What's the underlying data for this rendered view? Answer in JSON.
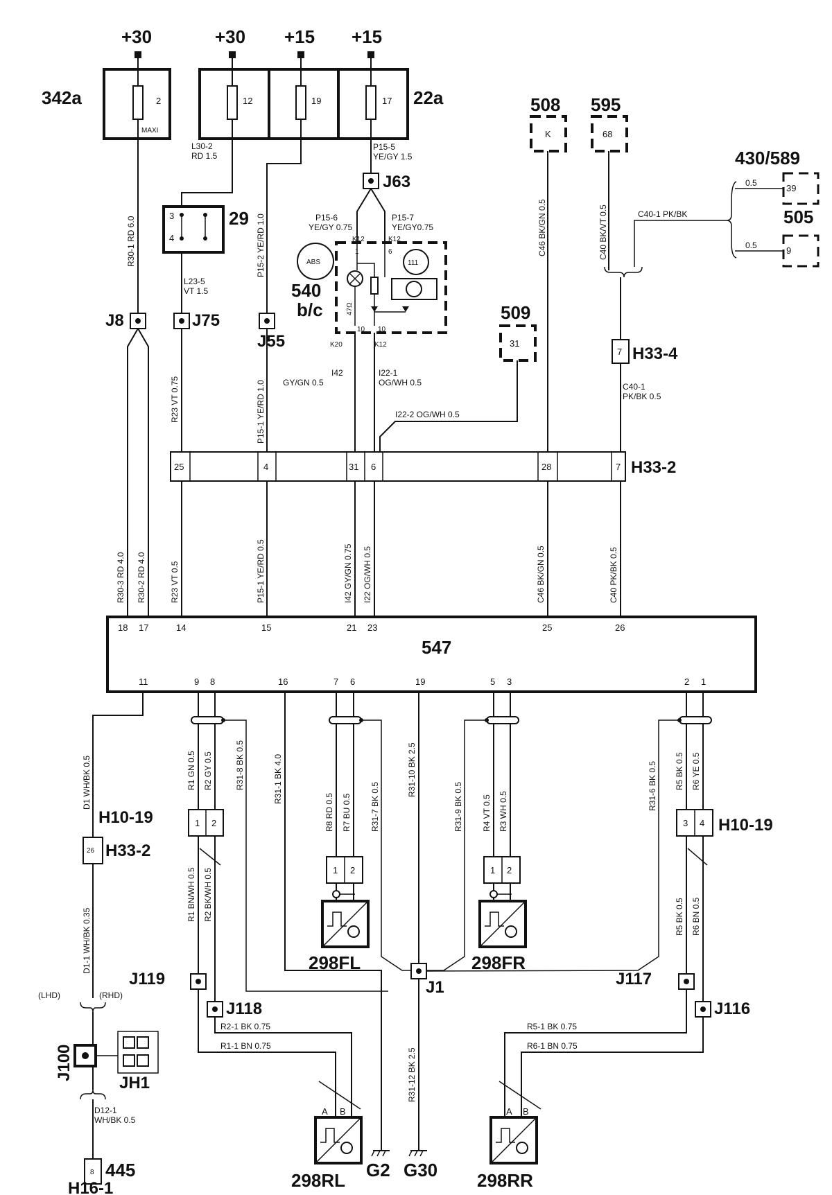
{
  "supply": {
    "s1": "+30",
    "s2": "+30",
    "s3": "+15",
    "s4": "+15"
  },
  "fuse_boxes": {
    "a": {
      "label": "342a",
      "fuse": "2",
      "rating": "MAXI"
    },
    "b": {
      "label": "22a",
      "fuses": [
        "12",
        "19",
        "17"
      ]
    }
  },
  "components": {
    "c508": {
      "label": "508",
      "pin": "K"
    },
    "c595": {
      "label": "595",
      "pin": "68"
    },
    "c430": {
      "label": "430/589",
      "pin": "39",
      "wire": "0.5"
    },
    "c505": {
      "label": "505",
      "pin": "9",
      "wire": "0.5"
    },
    "c509": {
      "label": "509",
      "pin": "31"
    },
    "relay": {
      "label": "29",
      "pin_a": "3",
      "pin_b": "4"
    },
    "abs": {
      "label": "540",
      "sub": "b/c",
      "icon": "ABS",
      "pins": [
        "K12",
        "1",
        "K12",
        "6",
        "111",
        "47Ω",
        "10",
        "10",
        "K20",
        "K12"
      ]
    },
    "ecu": {
      "label": "547"
    },
    "sensors": [
      "298FL",
      "298FR",
      "298RL",
      "298RR"
    ],
    "grounds": [
      "G2",
      "G30"
    ],
    "c445": {
      "label": "445",
      "pin": "8",
      "sub": "H16-1"
    },
    "jh1": {
      "label": "JH1"
    }
  },
  "junctions": {
    "j63": "J63",
    "j8": "J8",
    "j75": "J75",
    "j55": "J55",
    "j1": "J1",
    "j119": "J119",
    "j118": "J118",
    "j117": "J117",
    "j116": "J116",
    "j100": "J100"
  },
  "connectors": {
    "h33_4": {
      "label": "H33-4",
      "pin": "7"
    },
    "h33_2_top": {
      "label": "H33-2",
      "pins": [
        "25",
        "4",
        "31",
        "6",
        "28",
        "7"
      ]
    },
    "h10_19_l": {
      "label": "H10-19",
      "pins": [
        "1",
        "2"
      ]
    },
    "h10_19_r": {
      "label": "H10-19",
      "pins": [
        "3",
        "4"
      ]
    },
    "h33_2_low": {
      "label": "H33-2",
      "pin": "26"
    },
    "fl": {
      "pins": [
        "1",
        "2"
      ]
    },
    "fr": {
      "pins": [
        "1",
        "2"
      ]
    },
    "rl": {
      "pins": [
        "A",
        "B"
      ]
    },
    "rr": {
      "pins": [
        "A",
        "B"
      ]
    }
  },
  "ecu_pins_top": [
    "18",
    "17",
    "14",
    "15",
    "21",
    "23",
    "25",
    "26"
  ],
  "ecu_pins_bottom": [
    "11",
    "9",
    "8",
    "16",
    "7",
    "6",
    "19",
    "5",
    "3",
    "2",
    "1"
  ],
  "wires": {
    "l30_2": "L30-2",
    "l30_2b": "RD 1.5",
    "p15_5": "P15-5",
    "p15_5b": "YE/GY  1.5",
    "p15_6": "P15-6",
    "p15_6b": "YE/GY  0.75",
    "p15_7": "P15-7",
    "p15_7b": "YE/GY0.75",
    "r30_1": "R30-1   RD 6.0",
    "p15_2": "P15-2   YE/RD 1.0",
    "l23_5": "L23-5",
    "l23_5b": "VT  1.5",
    "c46_top": "C46  BK/GN 0.5",
    "c40_top": "C40  BK/VT  0.5",
    "c40_1": "C40-1     PK/BK",
    "c40_1b": "C40-1",
    "c40_1c": "PK/BK  0.5",
    "r23_top": "R23   VT  0.75",
    "p15_1_top": "P15-1   YE/RD  1.0",
    "i42_top": "I42",
    "i42_topb": "GY/GN  0.5",
    "i22_1": "I22-1",
    "i22_1b": "OG/WH 0.5",
    "i22_2": "I22-2       OG/WH 0.5",
    "r30_3": "R30-3    RD 4.0",
    "r30_2": "R30-2    RD 4.0",
    "r23_low": "R23   VT   0.5",
    "p15_1_low": "P15-1    YE/RD   0.5",
    "i42_low": "I42      GY/GN 0.75",
    "i22_low": "I22      OG/WH 0.5",
    "c46_low": "C46   BK/GN  0.5",
    "c40_low": "C40    PK/BK  0.5",
    "d1": "D1   WH/BK 0.5",
    "r1": "R1   GN  0.5",
    "r2": "R2   GY  0.5",
    "r31_8": "R31-8   BK  0.5",
    "r31_1": "R31-1        BK  4.0",
    "r8": "R8   RD  0.5",
    "r7": "R7   BU  0.5",
    "r31_7": "R31-7    BK  0.5",
    "r31_10": "R31-10    BK  2.5",
    "r31_9": "R31-9    BK  0.5",
    "r4": "R4   VT   0.5",
    "r3": "R3   WH  0.5",
    "r31_6": "R31-6     BK  0.5",
    "r5": "R5   BK  0.5",
    "r6": "R6   YE  0.5",
    "d1_1": "D1-1         WH/BK 0.35",
    "r1_low": "R1   BN/WH  0.5",
    "r2_low": "R2   BK/WH  0.5",
    "r5_low": "R5   BK  0.5",
    "r6_low": "R6   BN  0.5",
    "r2_1": "R2-1    BK  0.75",
    "r1_1": "R1-1    BN  0.75",
    "r5_1": "R5-1    BK  0.75",
    "r6_1": "R6-1    BN  0.75",
    "r31_12": "R31-12      BK  2.5",
    "d12_1": "D12-1",
    "d12_1b": "WH/BK 0.5",
    "lhd": "(LHD)",
    "rhd": "(RHD)"
  }
}
